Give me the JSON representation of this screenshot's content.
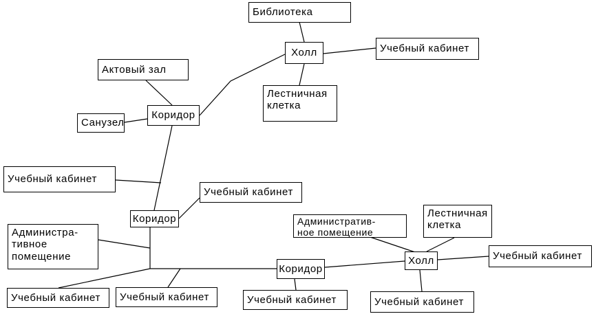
{
  "nodes": {
    "library": "Библиотека",
    "hall_top": "Холл",
    "classroom_top_right": "Учебный кабинет",
    "stairwell_top": "Лестничная\nклетка",
    "assembly_hall": "Актовый зал",
    "restroom": "Санузел",
    "corridor_top": "Коридор",
    "classroom_left_mid": "Учебный кабинет",
    "classroom_center_mid": "Учебный кабинет",
    "corridor_mid": "Коридор",
    "admin_left": "Администра-\nтивное\nпомещение",
    "admin_right": "Административ-\nное помещение",
    "stairwell_bottom": "Лестничная\nклетка",
    "hall_bottom": "Холл",
    "classroom_far_right": "Учебный кабинет",
    "corridor_bottom": "Коридор",
    "classroom_bottom_left": "Учебный кабинет",
    "classroom_bottom_2": "Учебный кабинет",
    "classroom_bottom_3": "Учебный кабинет",
    "classroom_bottom_4": "Учебный кабинет"
  }
}
